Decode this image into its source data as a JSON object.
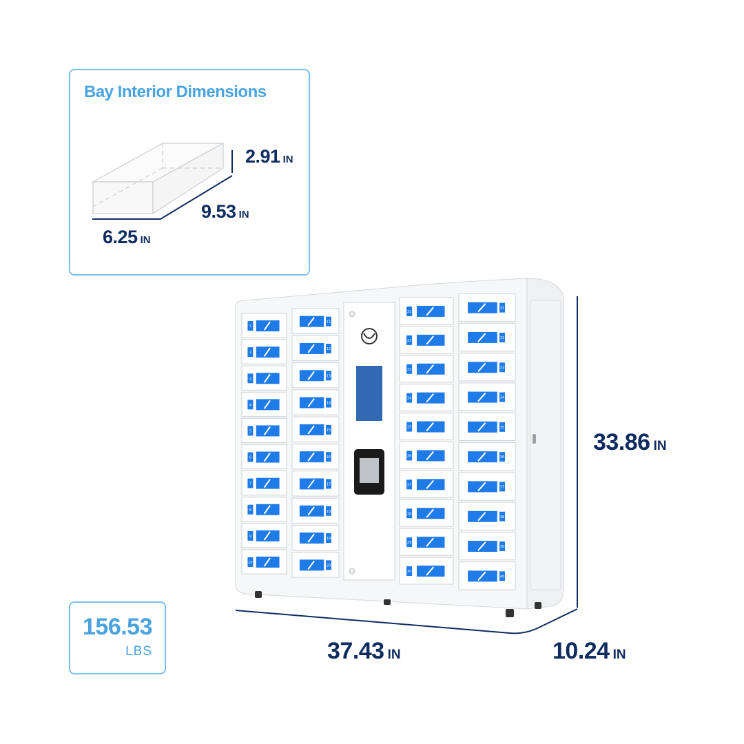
{
  "bay": {
    "title": "Bay Interior Dimensions",
    "height": {
      "value": "2.91",
      "unit": "IN"
    },
    "depth": {
      "value": "9.53",
      "unit": "IN"
    },
    "width": {
      "value": "6.25",
      "unit": "IN"
    }
  },
  "cabinet": {
    "height": {
      "value": "33.86",
      "unit": "IN"
    },
    "width": {
      "value": "37.43",
      "unit": "IN"
    },
    "depth": {
      "value": "10.24",
      "unit": "IN"
    }
  },
  "weight": {
    "value": "156.53",
    "unit": "LBS"
  },
  "colors": {
    "accent_light": "#4aa3e0",
    "accent_dark": "#0f2c60",
    "bay_blue": "#1f7be8",
    "box_border": "#7cc0ea"
  },
  "locker": {
    "left_columns": [
      [
        "1",
        "2",
        "3",
        "4",
        "5",
        "6",
        "7",
        "8",
        "9",
        "10"
      ],
      [
        "11",
        "12",
        "13",
        "14",
        "15",
        "16",
        "17",
        "18",
        "19",
        "20"
      ]
    ],
    "right_columns": [
      [
        "21",
        "22",
        "23",
        "24",
        "25",
        "26",
        "27",
        "28",
        "29",
        "30"
      ],
      [
        "31",
        "32",
        "33",
        "34",
        "35",
        "36",
        "37",
        "38",
        "39",
        "40"
      ]
    ],
    "icons": [
      "brand-logo-icon",
      "card-reader-icon",
      "key-lock-icon"
    ]
  }
}
